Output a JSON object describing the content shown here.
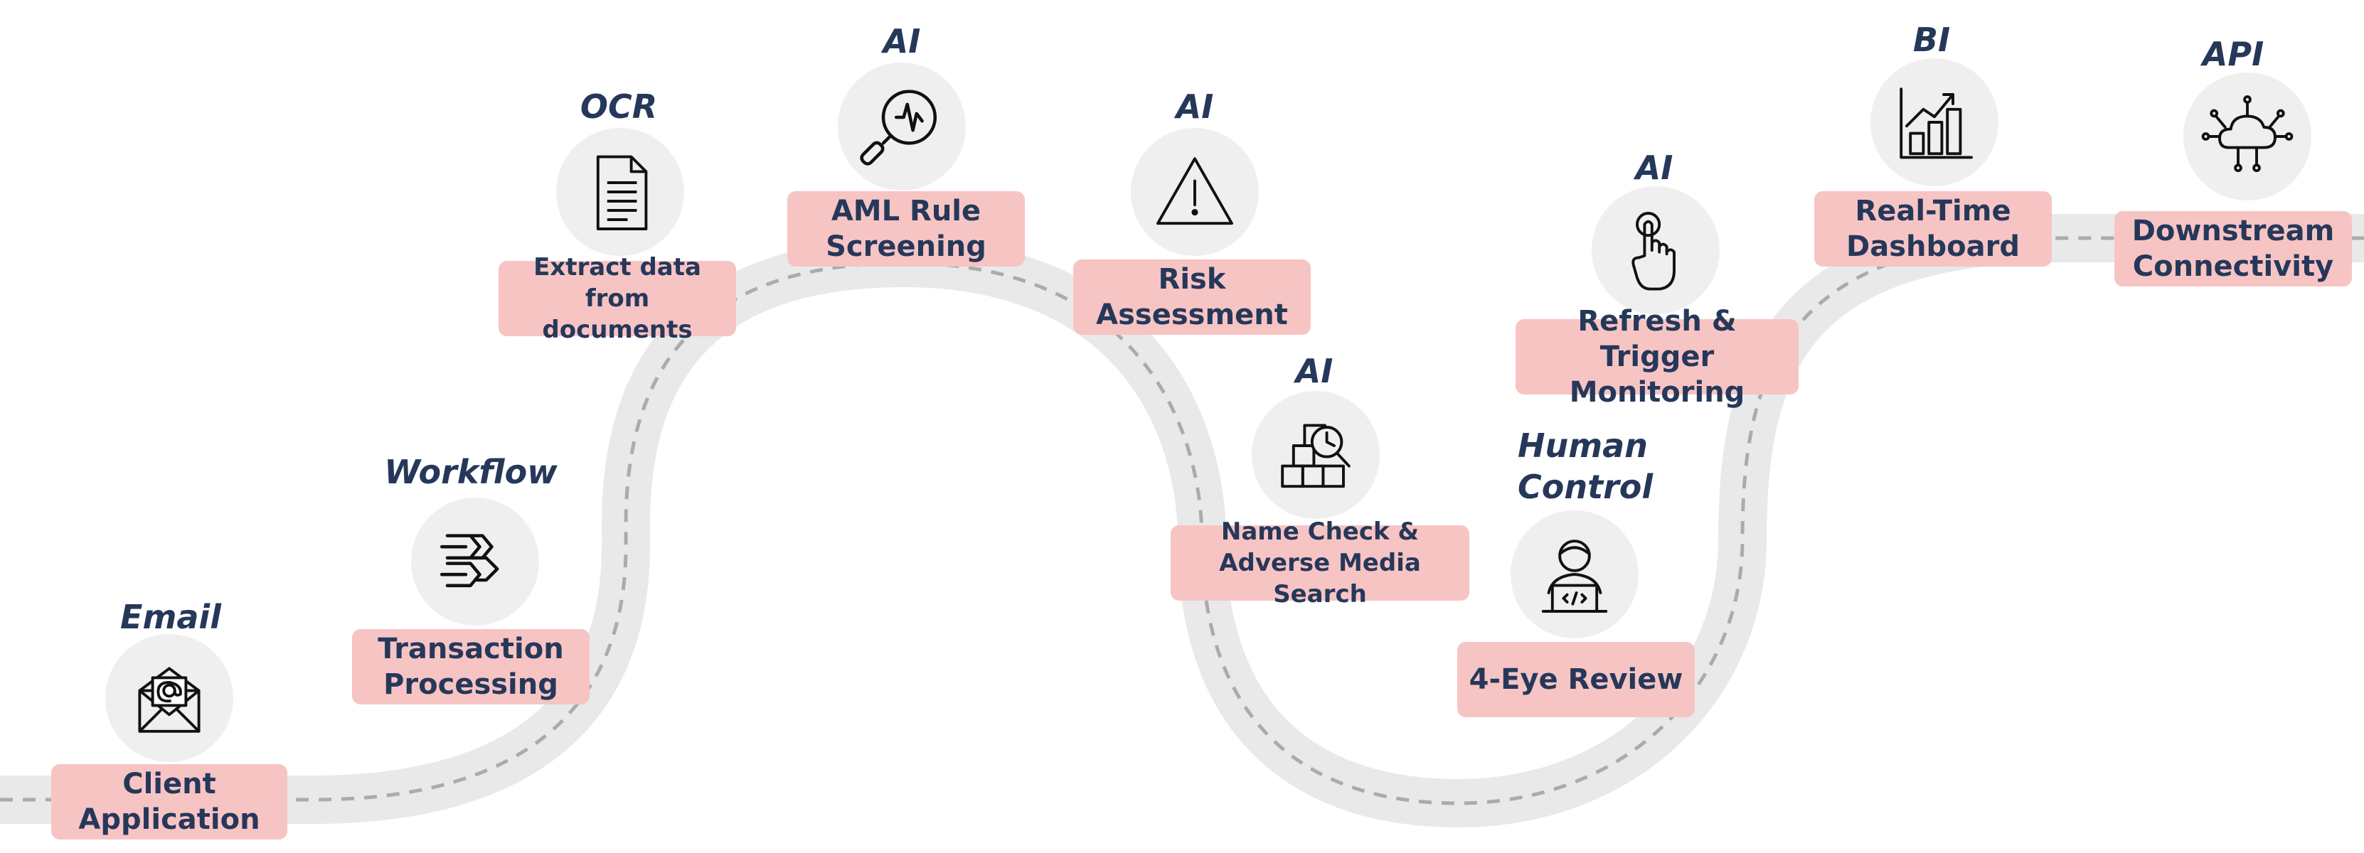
{
  "steps": [
    {
      "tech": "Email",
      "icon": "email-icon",
      "label": "Client\nApplication"
    },
    {
      "tech": "Workflow",
      "icon": "arrows-icon",
      "label": "Transaction\nProcessing"
    },
    {
      "tech": "OCR",
      "icon": "document-icon",
      "label": "Extract data\nfrom documents"
    },
    {
      "tech": "AI",
      "icon": "magnifier-icon",
      "label": "AML Rule\nScreening"
    },
    {
      "tech": "AI",
      "icon": "warning-icon",
      "label": "Risk\nAssessment"
    },
    {
      "tech": "AI",
      "icon": "search-boxes-icon",
      "label": "Name Check &\nAdverse Media Search"
    },
    {
      "tech": "Human\nControl",
      "icon": "developer-icon",
      "label": "4-Eye Review"
    },
    {
      "tech": "AI",
      "icon": "touch-icon",
      "label": "Refresh & Trigger\nMonitoring"
    },
    {
      "tech": "BI",
      "icon": "bar-chart-icon",
      "label": "Real-Time\nDashboard"
    },
    {
      "tech": "API",
      "icon": "cloud-network-icon",
      "label": "Downstream\nConnectivity"
    }
  ],
  "colors": {
    "label_bg": "#f7c4c4",
    "text": "#26385a",
    "road": "#e9e9e9",
    "icon_circle": "#efefef"
  }
}
